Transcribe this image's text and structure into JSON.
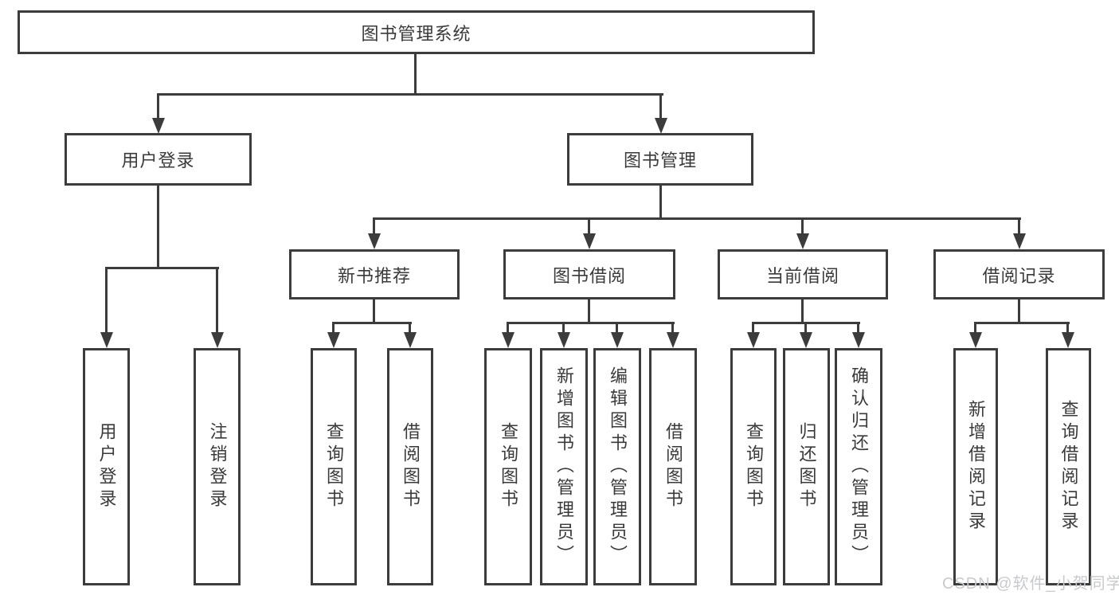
{
  "tree": {
    "label": "图书管理系统",
    "children": [
      {
        "label": "用户登录",
        "children": [
          {
            "label": "用户登录"
          },
          {
            "label": "注销登录"
          }
        ]
      },
      {
        "label": "图书管理",
        "children": [
          {
            "label": "新书推荐",
            "children": [
              {
                "label": "查询图书"
              },
              {
                "label": "借阅图书"
              }
            ]
          },
          {
            "label": "图书借阅",
            "children": [
              {
                "label": "查询图书"
              },
              {
                "label": "新增图书（管理员）"
              },
              {
                "label": "编辑图书（管理员）"
              },
              {
                "label": "借阅图书"
              }
            ]
          },
          {
            "label": "当前借阅",
            "children": [
              {
                "label": "查询图书"
              },
              {
                "label": "归还图书"
              },
              {
                "label": "确认归还（管理员）"
              }
            ]
          },
          {
            "label": "借阅记录",
            "children": [
              {
                "label": "新增借阅记录"
              },
              {
                "label": "查询借阅记录"
              }
            ]
          }
        ]
      }
    ]
  },
  "watermark": {
    "text": "CSDN @软件_小贺同学"
  },
  "colors": {
    "line": "#3c3c3c",
    "text": "#3a3a3a",
    "watermark": "#c9cacd",
    "background": "#ffffff"
  }
}
